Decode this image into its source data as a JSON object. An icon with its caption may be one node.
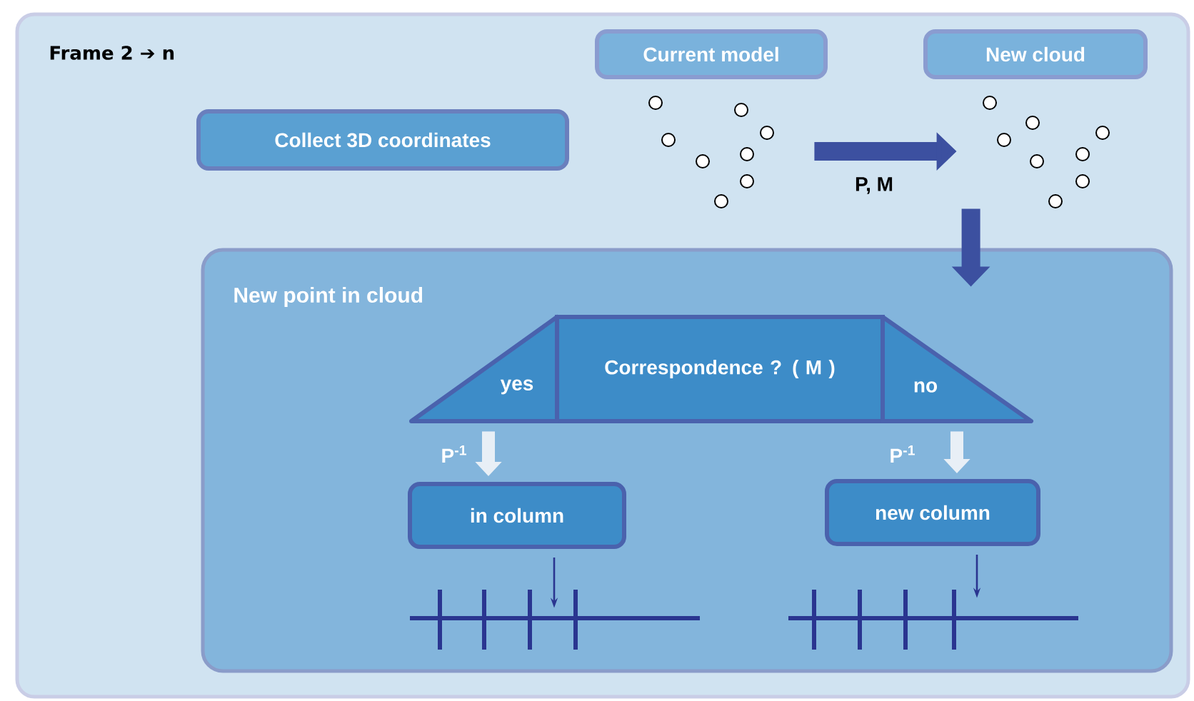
{
  "diagram": {
    "nodes": [
      {
        "text": [
          "Frame 2 ➔ n"
        ]
      },
      {
        "text": [
          "Collect 3D coordinates"
        ],
        "in": 0
      },
      {
        "text": [
          "Current model"
        ],
        "in": 0
      },
      {
        "text": [
          "New cloud"
        ],
        "in": 0
      },
      {
        "text": [],
        "shape": "picture",
        "in": 0
      },
      {
        "text": [],
        "shape": "picture",
        "in": 0
      },
      {
        "text": [
          "New point in cloud"
        ],
        "in": 0
      },
      {
        "text": [
          "Correspondence ? ( M )"
        ],
        "in": 6
      },
      {
        "text": [
          "yes"
        ],
        "in": 6
      },
      {
        "text": [
          "no"
        ],
        "in": 6
      },
      {
        "text": [
          "in column"
        ],
        "in": 6
      },
      {
        "text": [
          "new column"
        ],
        "in": 6
      },
      {
        "text": [],
        "shape": "bar",
        "in": 6
      },
      {
        "text": [],
        "shape": "bar",
        "in": 6
      }
    ],
    "edges": [
      {
        "from": 4,
        "to": 5,
        "arrow": "to",
        "label": "P, M"
      },
      {
        "from": 5,
        "to": 6,
        "arrow": "to"
      },
      {
        "from": 8,
        "to": 10,
        "arrow": "to",
        "label": "P$^{-1}$",
        "color": "#e8eff6"
      },
      {
        "from": 9,
        "to": 11,
        "arrow": "to",
        "label": "P$^{-1}$",
        "color": "#e8eff6"
      },
      {
        "from": 10,
        "to": 12,
        "arrow": "to",
        "color": "#2a3590"
      },
      {
        "from": 11,
        "to": 13,
        "arrow": "to",
        "color": "#2a3590"
      }
    ]
  }
}
